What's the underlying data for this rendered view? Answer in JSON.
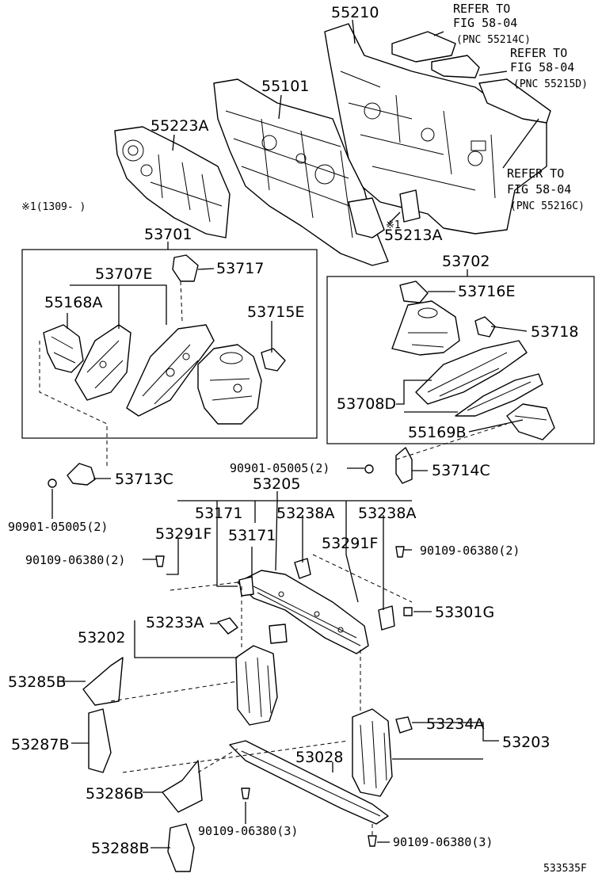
{
  "labels": {
    "p55210": "55210",
    "p55101": "55101",
    "p55223A": "55223A",
    "p55213A": "55213A",
    "note1309": "※1(1309-    )",
    "mark55213": "※1",
    "ref1_a": "REFER TO",
    "ref1_b": "FIG 58-04",
    "ref1_c": "(PNC 55214C)",
    "ref2_a": "REFER TO",
    "ref2_b": "FIG 58-04",
    "ref2_c": "(PNC 55215D)",
    "ref3_a": "REFER TO",
    "ref3_b": "FIG 58-04",
    "ref3_c": "(PNC 55216C)",
    "p53701": "53701",
    "p53702": "53702",
    "p53707E": "53707E",
    "p53717": "53717",
    "p55168A": "55168A",
    "p53715E": "53715E",
    "p53716E": "53716E",
    "p53718": "53718",
    "p53708D": "53708D",
    "p55169B": "55169B",
    "p90901a": "90901-05005(2)",
    "p53714C": "53714C",
    "p53713C": "53713C",
    "p90901b": "90901-05005(2)",
    "p53205": "53205",
    "p53171a": "53171",
    "p53171b": "53171",
    "p53238Aa": "53238A",
    "p53238Ab": "53238A",
    "p53291Fa": "53291F",
    "p53291Fb": "53291F",
    "p90109a": "90109-06380(2)",
    "p90109b": "90109-06380(2)",
    "p53301G": "53301G",
    "p53233A": "53233A",
    "p53202": "53202",
    "p53285B": "53285B",
    "p53287B": "53287B",
    "p53234A": "53234A",
    "p53203": "53203",
    "p53028": "53028",
    "p53286B": "53286B",
    "p53288B": "53288B",
    "p90109c": "90109-06380(3)",
    "p90109d": "90109-06380(3)",
    "figcode": "533535F"
  }
}
